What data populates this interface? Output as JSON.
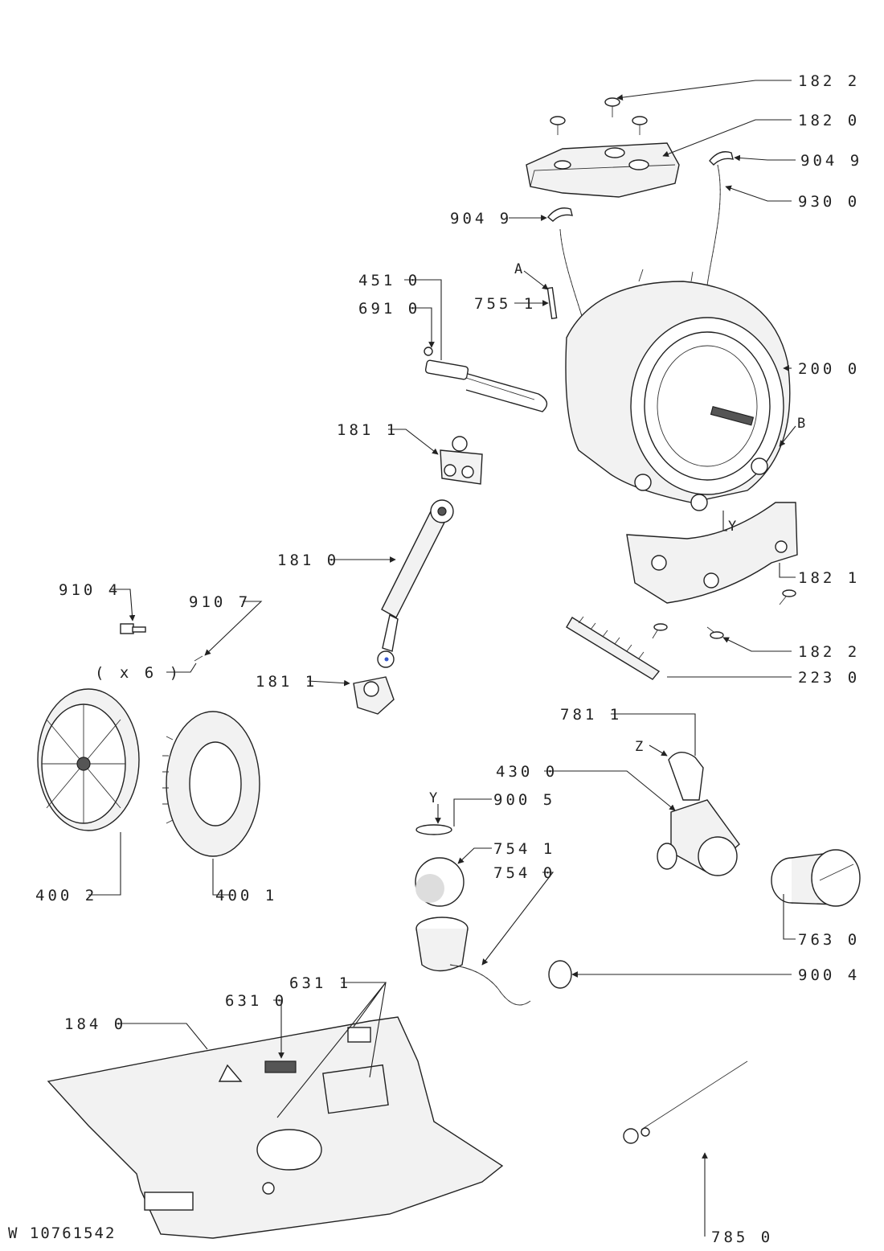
{
  "drawing_id": "W 10761542",
  "callouts": {
    "c1822_top": "182 2",
    "c1820": "182 0",
    "c9049_right": "904 9",
    "c9300": "930 0",
    "c9049_left": "904 9",
    "cA": "A",
    "c4510": "451 0",
    "c6910": "691 0",
    "c7551": "755 1",
    "c2000": "200 0",
    "cB": "B",
    "c1811_top": "181 1",
    "cY": "Y",
    "c1821": "182 1",
    "c1810": "181 0",
    "c9104": "910 4",
    "c9107": "910 7",
    "cx6": "( x 6 )",
    "c1822_bot": "182 2",
    "c2230": "223 0",
    "c1811_bot": "181 1",
    "c7811": "781 1",
    "cZ": "Z",
    "c4300": "430 0",
    "cY1": "Y",
    "c9005": "900 5",
    "c7541": "754 1",
    "c7540": "754 0",
    "c4002": "400 2",
    "c4001": "400 1",
    "c7630": "763 0",
    "c9004": "900 4",
    "c6311": "631 1",
    "c6310": "631 0",
    "c1840": "184 0",
    "c7850": "785 0"
  }
}
